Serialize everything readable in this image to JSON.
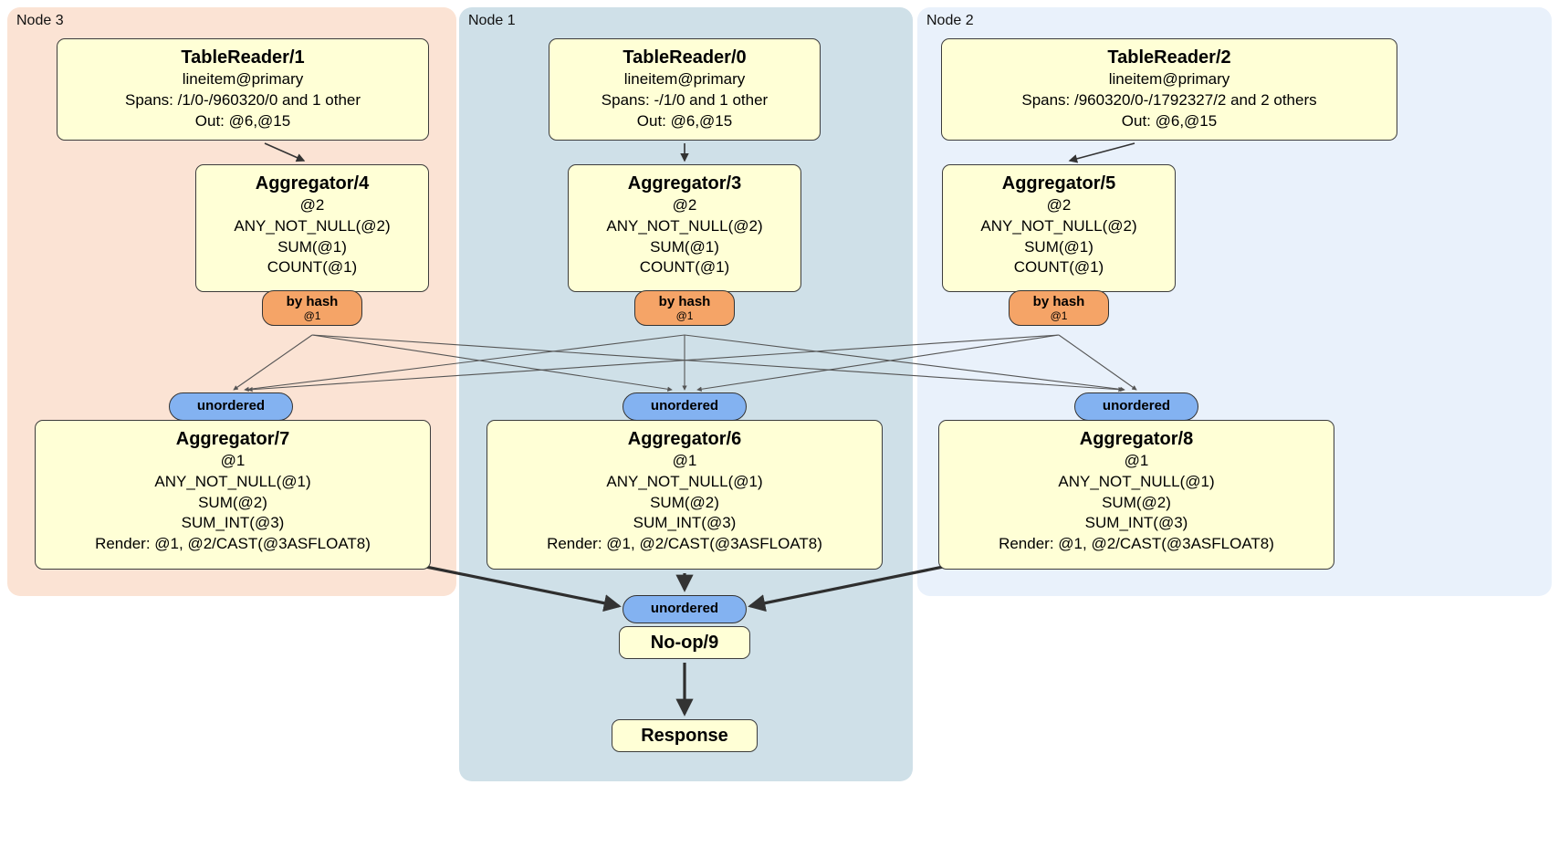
{
  "colors": {
    "node3_bg": "#fbe3d4",
    "node1_bg": "#cfe0e8",
    "node2_bg": "#e9f1fb",
    "box_bg": "#ffffd6",
    "router_bg": "#f5a467",
    "stream_bg": "#83b2f1"
  },
  "groups": [
    {
      "label": "Node 3",
      "tableReader": {
        "title": "TableReader/1",
        "lines": [
          "lineitem@primary",
          "Spans: /1/0-/960320/0 and 1 other",
          "Out: @6,@15"
        ]
      },
      "aggTop": {
        "title": "Aggregator/4",
        "lines": [
          "@2",
          "ANY_NOT_NULL(@2)",
          "SUM(@1)",
          "COUNT(@1)"
        ]
      },
      "router": {
        "label": "by hash",
        "detail": "@1"
      },
      "stream_label": "unordered",
      "aggBottom": {
        "title": "Aggregator/7",
        "lines": [
          "@1",
          "ANY_NOT_NULL(@1)",
          "SUM(@2)",
          "SUM_INT(@3)",
          "Render: @1, @2/CAST(@3ASFLOAT8)"
        ]
      }
    },
    {
      "label": "Node 1",
      "tableReader": {
        "title": "TableReader/0",
        "lines": [
          "lineitem@primary",
          "Spans: -/1/0 and 1 other",
          "Out: @6,@15"
        ]
      },
      "aggTop": {
        "title": "Aggregator/3",
        "lines": [
          "@2",
          "ANY_NOT_NULL(@2)",
          "SUM(@1)",
          "COUNT(@1)"
        ]
      },
      "router": {
        "label": "by hash",
        "detail": "@1"
      },
      "stream_label": "unordered",
      "aggBottom": {
        "title": "Aggregator/6",
        "lines": [
          "@1",
          "ANY_NOT_NULL(@1)",
          "SUM(@2)",
          "SUM_INT(@3)",
          "Render: @1, @2/CAST(@3ASFLOAT8)"
        ]
      }
    },
    {
      "label": "Node 2",
      "tableReader": {
        "title": "TableReader/2",
        "lines": [
          "lineitem@primary",
          "Spans: /960320/0-/1792327/2 and 2 others",
          "Out: @6,@15"
        ]
      },
      "aggTop": {
        "title": "Aggregator/5",
        "lines": [
          "@2",
          "ANY_NOT_NULL(@2)",
          "SUM(@1)",
          "COUNT(@1)"
        ]
      },
      "router": {
        "label": "by hash",
        "detail": "@1"
      },
      "stream_label": "unordered",
      "aggBottom": {
        "title": "Aggregator/8",
        "lines": [
          "@1",
          "ANY_NOT_NULL(@1)",
          "SUM(@2)",
          "SUM_INT(@3)",
          "Render: @1, @2/CAST(@3ASFLOAT8)"
        ]
      }
    }
  ],
  "final": {
    "stream_label": "unordered",
    "noop_title": "No-op/9",
    "response_title": "Response"
  }
}
